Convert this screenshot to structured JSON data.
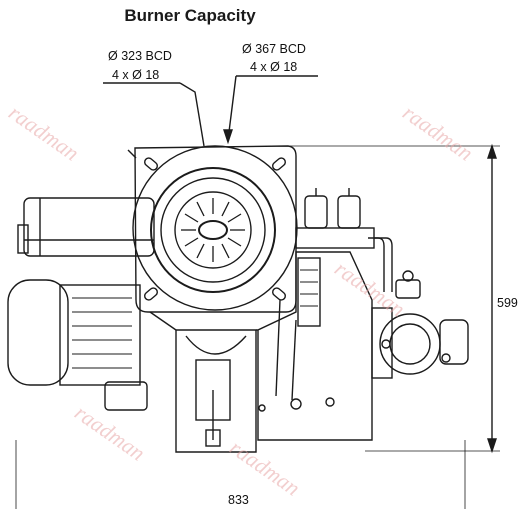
{
  "title": "Burner Capacity",
  "callouts": {
    "left_bcd": "Ø 323 BCD",
    "left_holes": "4 x Ø 18",
    "right_bcd": "Ø 367 BCD",
    "right_holes": "4 x Ø 18"
  },
  "dimensions": {
    "height": "599",
    "width": "833"
  },
  "watermark": "raadman",
  "colors": {
    "line": "#1b1b1b",
    "watermark": "#e9a8a8"
  }
}
